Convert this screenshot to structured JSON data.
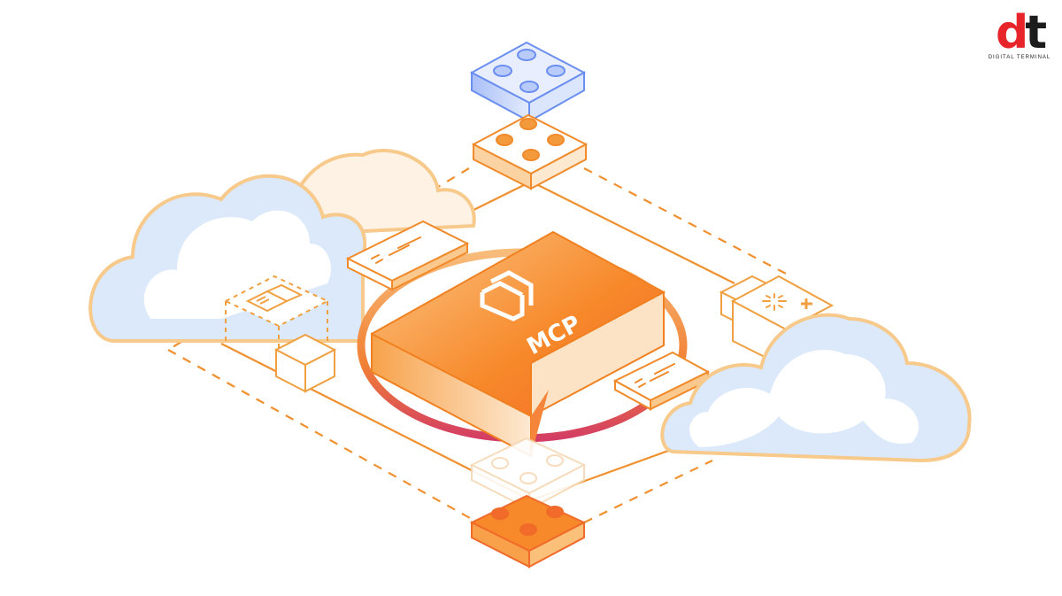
{
  "logo": {
    "mark_d": "d",
    "mark_t": "t",
    "subtitle": "DIGITAL TERMINAL",
    "colors": {
      "d": "#e8242b",
      "t": "#1c1c1c"
    }
  },
  "illustration": {
    "center_block": {
      "label": "MCP",
      "icon": "stacked-layers-icon",
      "gradient": [
        "#fbb46a",
        "#f47a1f",
        "#f2632a"
      ]
    },
    "ring_gradient": [
      "#f5a04a",
      "#d6345b"
    ],
    "nodes": [
      {
        "name": "top-blue-brick",
        "color": "#6b8ff0"
      },
      {
        "name": "top-orange-brick",
        "color": "#f39a3c"
      },
      {
        "name": "bottom-orange-brick",
        "color": "#f27c2a"
      },
      {
        "name": "bottom-ghost-brick",
        "color": "#f6d9b5"
      },
      {
        "name": "left-dashed-box-with-book",
        "color": "#f0a040"
      },
      {
        "name": "right-sparkle-box",
        "color": "#f0a040"
      },
      {
        "name": "message-bubble-left",
        "color": "#f0a040"
      },
      {
        "name": "message-bubble-right",
        "color": "#f0a040"
      }
    ],
    "clouds": [
      {
        "name": "left-cloud",
        "fill": "#dce9fa",
        "stroke": "#f7c98a"
      },
      {
        "name": "back-cloud",
        "fill": "#fdf2e4",
        "stroke": "#f7c98a"
      },
      {
        "name": "right-cloud",
        "fill": "#dce9fa",
        "stroke": "#f7c98a"
      }
    ],
    "line_color": "#f0902f"
  }
}
